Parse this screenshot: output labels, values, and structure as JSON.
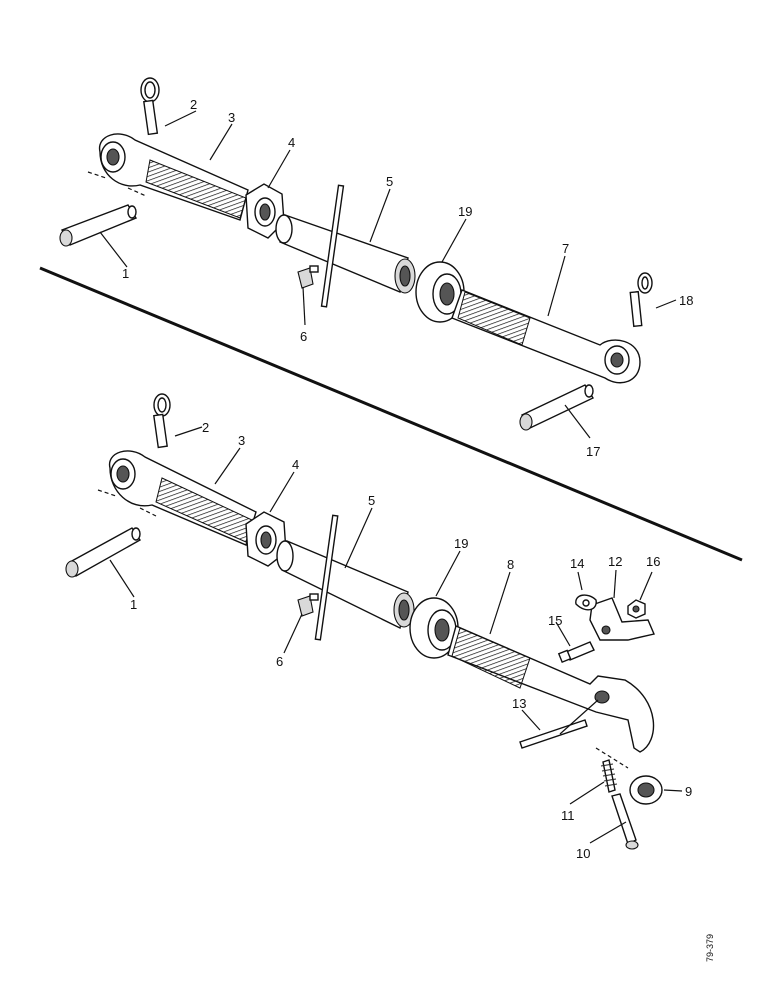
{
  "diagram": {
    "upper_assembly": {
      "callouts": [
        "2",
        "3",
        "4",
        "5",
        "19",
        "7",
        "18",
        "1",
        "6",
        "17"
      ]
    },
    "lower_assembly": {
      "callouts": [
        "2",
        "3",
        "4",
        "5",
        "19",
        "8",
        "14",
        "12",
        "16",
        "15",
        "1",
        "6",
        "13",
        "11",
        "9",
        "10"
      ]
    },
    "reference_code": "79-379"
  }
}
